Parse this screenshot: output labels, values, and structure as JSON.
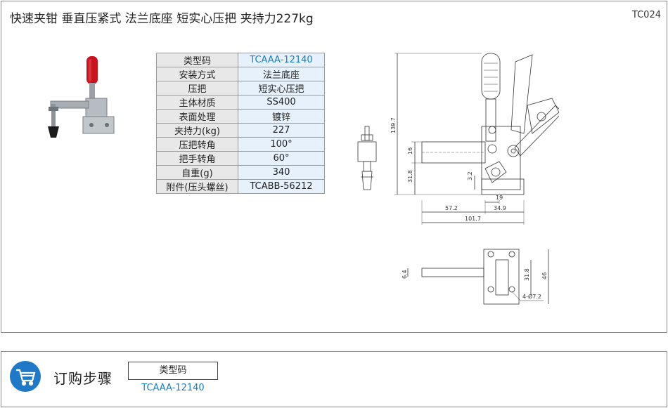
{
  "header": {
    "title": "快速夹钳  垂直压紧式  法兰底座  短实心压把  夹持力227kg",
    "code": "TC024"
  },
  "specs": [
    {
      "label": "类型码",
      "value": "TCAAA-12140"
    },
    {
      "label": "安装方式",
      "value": "法兰底座"
    },
    {
      "label": "压把",
      "value": "短实心压把"
    },
    {
      "label": "主体材质",
      "value": "SS400"
    },
    {
      "label": "表面处理",
      "value": "镀锌"
    },
    {
      "label": "夹持力(kg)",
      "value": "227"
    },
    {
      "label": "压把转角",
      "value": "100°"
    },
    {
      "label": "把手转角",
      "value": "60°"
    },
    {
      "label": "自重(g)",
      "value": "340"
    },
    {
      "label": "附件(压头螺丝)",
      "value": "TCABB-56212"
    }
  ],
  "dimensions": {
    "height": "139.7",
    "d16": "16",
    "d31_8": "31.8",
    "d3_2": "3.2",
    "d19": "19",
    "d57_2": "57.2",
    "d34_9": "34.9",
    "d101_7": "101.7",
    "d6_4": "6.4",
    "d31_8b": "31.8",
    "d46": "46",
    "holes": "4-Ø7.2"
  },
  "colors": {
    "accent": "#1a7dbf",
    "label_bg": "#e8e8e8",
    "value_bg": "#e6f1fb",
    "cart": "#2079c7"
  },
  "order": {
    "title": "订购步骤",
    "type_label": "类型码",
    "type_value": "TCAAA-12140"
  }
}
